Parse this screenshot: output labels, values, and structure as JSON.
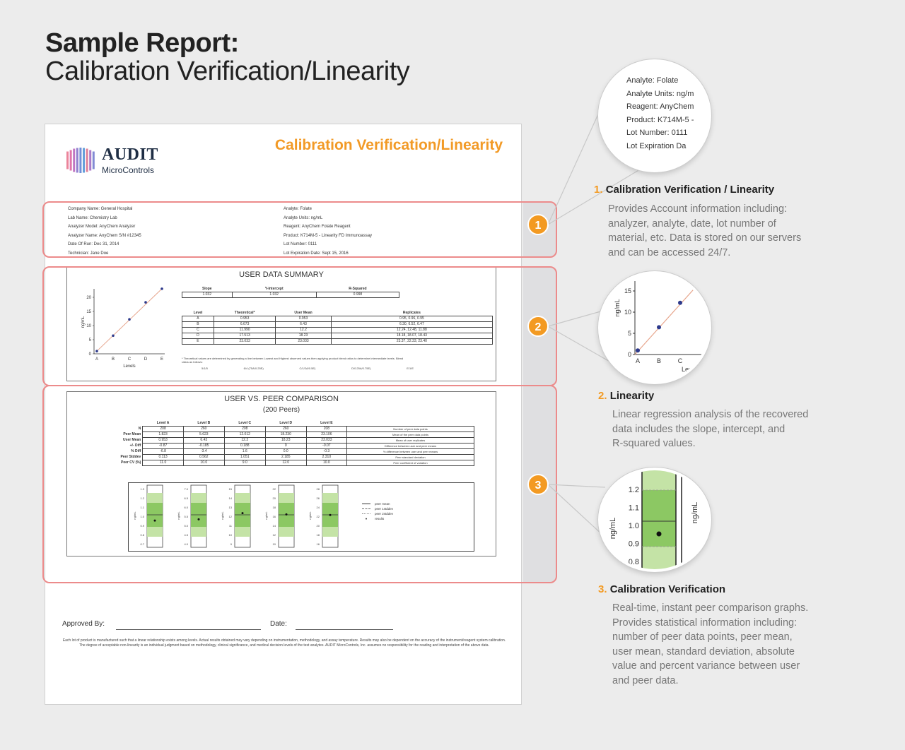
{
  "header": {
    "title": "Sample Report:",
    "subtitle": "Calibration Verification/Linearity"
  },
  "report": {
    "logo_name": "AUDIT",
    "logo_sub": "MicroControls",
    "title": "Calibration Verification/Linearity",
    "account_left": [
      "Company Name: General Hospital",
      "Lab Name: Chemistry Lab",
      "Analyzer Model: AnyChem Analyzer",
      "Analyzer Name: AnyChem S/N #12345",
      "Date Of Run: Dec 31, 2014",
      "Technician: Jane Doe"
    ],
    "account_right": [
      "Analyte: Folate",
      "Analyte Units: ng/mL",
      "Reagent: AnyChem Folate Reagent",
      "Product: K714M-5 - Linearity FD Immunoassay",
      "Lot Number: 0111",
      "Lot Expiration Date: Sept 15, 2016"
    ],
    "user_summary": {
      "title": "USER DATA SUMMARY",
      "ylabel": "ng/mL",
      "xlabel": "Levels",
      "yticks": [
        "0",
        "5",
        "10",
        "15",
        "20"
      ],
      "xticks": [
        "A",
        "B",
        "C",
        "D",
        "E"
      ],
      "regression_headers": [
        "Slope",
        "Y-Intercept",
        "R-Squared"
      ],
      "regression_values": [
        "1.032",
        "1.032",
        "0.998"
      ],
      "level_headers": [
        "Level",
        "Theoretical*",
        "User Mean",
        "Replicates"
      ],
      "level_rows": [
        [
          "A",
          "0.953",
          "0.953",
          "0.95, 0.96, 0.95"
        ],
        [
          "B",
          "6.673",
          "6.43",
          "6.30, 6.52, 6.47"
        ],
        [
          "C",
          "11.990",
          "12.2",
          "12.24, 12.48, 11.88"
        ],
        [
          "D",
          "17.513",
          "18.23",
          "18.18, 18.07, 18.43"
        ],
        [
          "E",
          "23.033",
          "23.033",
          "23.37, 22.33, 23.40"
        ]
      ],
      "footnote": "* Theoretical values are determined by generating a line between Lowest and Highest observed values then applying product blend ratios to determine intermediate levels. Blend ratios as follows:",
      "ratios": [
        "5/1/5",
        "6/4 (75A/0.25E)",
        "C/1/2A/0.5E)",
        "D/0.25A/0.75E)",
        "E/1/E"
      ]
    },
    "peer_comparison": {
      "title": "USER VS. PEER COMPARISON",
      "subtitle": "(200 Peers)",
      "columns": [
        "Level A",
        "Level B",
        "Level C",
        "Level D",
        "Level E"
      ],
      "rows": [
        {
          "label": "N",
          "values": [
            "208",
            "260",
            "208",
            "260",
            "208"
          ],
          "desc": "Number of peer data points"
        },
        {
          "label": "Peer Mean",
          "values": [
            "1.823",
            "5.623",
            "12.012",
            "18.230",
            "23.106"
          ],
          "desc": "Mean of the peer data points"
        },
        {
          "label": "User Mean",
          "values": [
            "0.953",
            "6.43",
            "12.2",
            "18.23",
            "23.033"
          ],
          "desc": "Mean of user replicates"
        },
        {
          "label": "+/- Diff",
          "values": [
            "-0.87",
            "-0.185",
            "0.188",
            "0",
            "-0.07"
          ],
          "desc": "Difference between user and peer means"
        },
        {
          "label": "% Diff",
          "values": [
            "-6.8",
            "-3.4",
            "1.6",
            "0.0",
            "-0.3"
          ],
          "desc": "% difference between user and peer means"
        },
        {
          "label": "Peer Stddev",
          "values": [
            "0.113",
            "0.562",
            "1.051",
            "2.185",
            "2.310"
          ],
          "desc": "Peer standard deviation"
        },
        {
          "label": "Peer CV (%)",
          "values": [
            "11.0",
            "10.0",
            "9.0",
            "12.0",
            "10.0"
          ],
          "desc": "Peer coefficient of variation"
        }
      ],
      "legend": [
        "peer mean",
        "peer 1stddev",
        "peer 2stddev",
        "results"
      ]
    },
    "approved_label": "Approved By:",
    "date_label": "Date:",
    "disclaimer": "Each lot of product is manufactured such that a linear relationship exists among levels. Actual results obtained may vary depending on instrumentation, methodology, and assay temperature. Results may also be dependent on the accuracy of the instrument/reagent system calibration. The degree of acceptable non-linearity is an individual judgment based on methodology, clinical significance, and medical decision levels of the test analytes. AUDIT MicroControls, Inc. assumes no responsibility for the reading and interpretation of the above data."
  },
  "badges": [
    "1",
    "2",
    "3"
  ],
  "zoom1": {
    "lines": [
      "Analyte: Folate",
      "Analyte Units: ng/m",
      "Reagent: AnyChem",
      "Product: K714M-5 -",
      "Lot Number: 0111",
      "Lot Expiration Da"
    ]
  },
  "zoom2": {
    "ylabel": "ng/mL",
    "yticks": [
      "0",
      "5",
      "10",
      "15"
    ],
    "xticks": [
      "A",
      "B",
      "C"
    ],
    "xlabel": "Level"
  },
  "zoom3": {
    "yticks": [
      "1.2",
      "1.1",
      "1.0",
      "0.9",
      "0.8"
    ],
    "ylabel": "ng/mL",
    "ylabel2": "ng/mL"
  },
  "annotations": [
    {
      "num": "1.",
      "title": "Calibration Verification / Linearity",
      "lines": [
        "Provides Account information including:",
        "analyzer, analyte, date, lot number of",
        "material, etc. Data is stored on our servers",
        "and can be accessed 24/7."
      ]
    },
    {
      "num": "2.",
      "title": "Linearity",
      "lines": [
        "Linear regression analysis of the recovered",
        "data includes the slope, intercept, and",
        "R-squared values."
      ]
    },
    {
      "num": "3.",
      "title": "Calibration Verification",
      "lines": [
        "Real-time, instant peer comparison graphs.",
        "Provides statistical information including:",
        "number of peer data points, peer mean,",
        "user mean, standard deviation, absolute",
        "value and percent variance between user",
        "and peer data."
      ]
    }
  ],
  "chart_data": {
    "type": "scatter",
    "title": "USER DATA SUMMARY",
    "xlabel": "Levels",
    "ylabel": "ng/mL",
    "categories": [
      "A",
      "B",
      "C",
      "D",
      "E"
    ],
    "values": [
      0.953,
      6.43,
      12.2,
      18.23,
      23.033
    ],
    "ylim": [
      0,
      23
    ],
    "regression_line": true
  },
  "colors": {
    "accent": "#f39a22",
    "band": "#ec8b8b",
    "green_dark": "#5aa832",
    "green_mid": "#8cc863",
    "green_light": "#c4e3a6",
    "logo_navy": "#1f2e44"
  }
}
